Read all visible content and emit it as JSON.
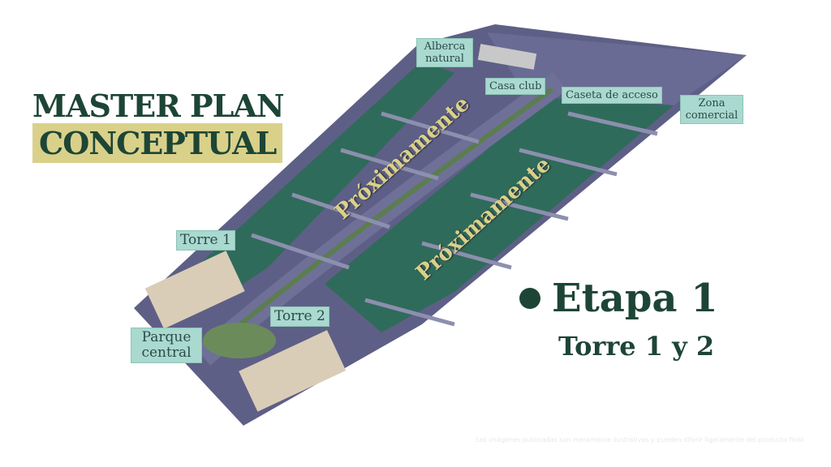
{
  "title": {
    "line1": "MASTER PLAN",
    "line2": "CONCEPTUAL"
  },
  "labels": {
    "alberca": "Alberca natural",
    "casa_club": "Casa club",
    "caseta": "Caseta de acceso",
    "zona": "Zona comercial",
    "torre1": "Torre 1",
    "torre2": "Torre 2",
    "parque": "Parque central"
  },
  "overlay": {
    "proximamente": "Próximamente"
  },
  "stage": {
    "title": "Etapa 1",
    "subtitle": "Torre 1 y 2"
  },
  "disclaimer": "Las imágenes publicadas son meramente ilustrativas y pueden diferir ligeramente del producto final.",
  "colors": {
    "accent": "#1d4536",
    "highlight": "#d9d18a",
    "label_bg": "#a9d9cf"
  }
}
